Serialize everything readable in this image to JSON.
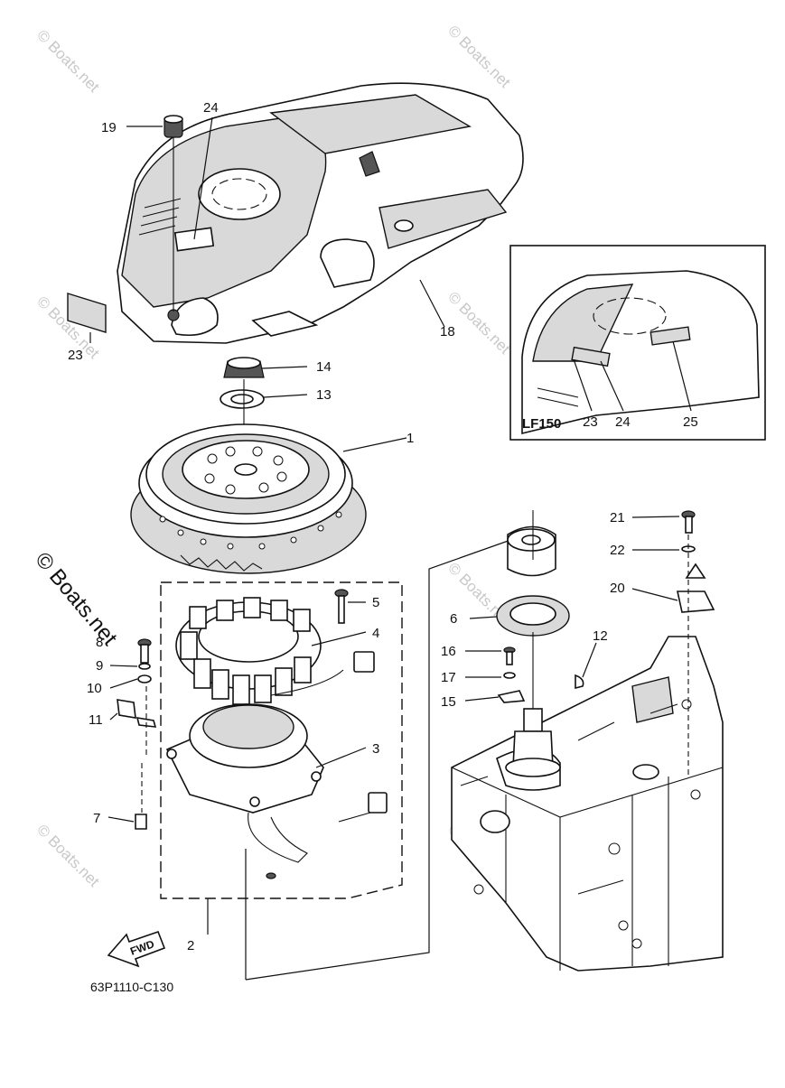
{
  "diagram": {
    "code": "63P1110-C130",
    "inset_label": "LF150",
    "fwd_label": "FWD",
    "watermark": "© Boats.net",
    "callouts": [
      {
        "id": "c1",
        "num": "1"
      },
      {
        "id": "c2",
        "num": "2"
      },
      {
        "id": "c3",
        "num": "3"
      },
      {
        "id": "c4",
        "num": "4"
      },
      {
        "id": "c5",
        "num": "5"
      },
      {
        "id": "c6",
        "num": "6"
      },
      {
        "id": "c7",
        "num": "7"
      },
      {
        "id": "c8",
        "num": "8"
      },
      {
        "id": "c9",
        "num": "9"
      },
      {
        "id": "c10",
        "num": "10"
      },
      {
        "id": "c11",
        "num": "11"
      },
      {
        "id": "c12",
        "num": "12"
      },
      {
        "id": "c13",
        "num": "13"
      },
      {
        "id": "c14",
        "num": "14"
      },
      {
        "id": "c15",
        "num": "15"
      },
      {
        "id": "c16",
        "num": "16"
      },
      {
        "id": "c17",
        "num": "17"
      },
      {
        "id": "c18",
        "num": "18"
      },
      {
        "id": "c19",
        "num": "19"
      },
      {
        "id": "c20",
        "num": "20"
      },
      {
        "id": "c21",
        "num": "21"
      },
      {
        "id": "c22",
        "num": "22"
      },
      {
        "id": "c23",
        "num": "23"
      },
      {
        "id": "c24",
        "num": "24"
      },
      {
        "id": "c23b",
        "num": "23"
      },
      {
        "id": "c24b",
        "num": "24"
      },
      {
        "id": "c25",
        "num": "25"
      }
    ]
  }
}
